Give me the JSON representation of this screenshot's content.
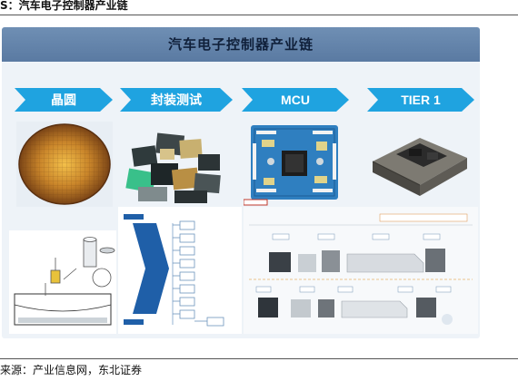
{
  "figure": {
    "title": "S：汽车电子控制器产业链",
    "source": "来源：产业信息网，东北证券"
  },
  "diagram": {
    "banner_title": "汽车电子控制器产业链",
    "stages": [
      {
        "label": "晶圆"
      },
      {
        "label": "封装测试"
      },
      {
        "label": "MCU"
      },
      {
        "label": "TIER 1"
      }
    ],
    "colors": {
      "banner": "#6f8fb4",
      "arrow": "#1fa3e0",
      "panel": "#eef3f8"
    },
    "icons": [
      "wafer-image",
      "ic-chip-pile-image",
      "mcu-dev-board-image",
      "ecu-module-image",
      "wafer-process-sketch",
      "packaging-flowchart",
      "smt-production-line-image"
    ]
  }
}
